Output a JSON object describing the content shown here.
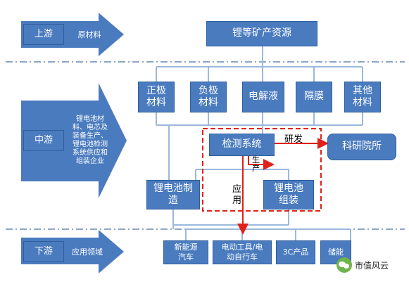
{
  "stages": {
    "upstream": {
      "label": "上游",
      "desc": "原材料"
    },
    "midstream": {
      "label": "中游",
      "desc": "锂电池材料、电芯及装备生产、锂电池检测系统供应和组装企业"
    },
    "downstream": {
      "label": "下游",
      "desc": "应用领域"
    }
  },
  "nodes": {
    "mineral": "锂等矿产资源",
    "cathode": "正极材料",
    "anode": "负极材料",
    "electrolyte": "电解液",
    "separator": "隔膜",
    "other": "其他材料",
    "testing": "检测系统",
    "research": "科研院所",
    "cell_mfg": "锂电池制造",
    "pack": "锂电池组装",
    "ev": "新能源汽车",
    "tools": "电动工具/电动自行车",
    "consumer": "3C产品",
    "storage": "储能"
  },
  "edge_labels": {
    "rd": "研发",
    "production": "生产",
    "application": "应用"
  },
  "watermark": "市值风云",
  "colors": {
    "box": "#4a7bbf",
    "connector": "#9bb8dc",
    "highlight": "#e0201b",
    "divider": "#4a6fa5"
  }
}
